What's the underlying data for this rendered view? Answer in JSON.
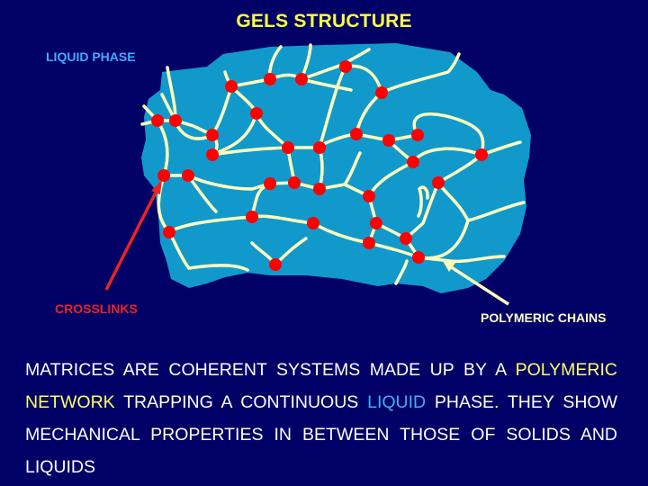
{
  "slide": {
    "title": "GELS STRUCTURE",
    "background_color": "#000066"
  },
  "diagram": {
    "gel_color": "#1199cc",
    "chain_color": "#ffffbb",
    "crosslink_color": "#ff0000",
    "labels": {
      "liquid_phase": "LIQUID PHASE",
      "crosslinks": "CROSSLINKS",
      "polymeric_chains": "POLYMERIC CHAINS"
    },
    "arrows": {
      "crosslinks_arrow_color": "#ee2222",
      "chains_arrow_color": "#ffffbb"
    }
  },
  "body_text": {
    "part1": "MATRICES ARE COHERENT SYSTEMS  MADE UP BY A ",
    "highlight1": "POLYMERIC NETWORK",
    "part2": " TRAPPING A CONTINUOUS ",
    "highlight2": "LIQUID",
    "part3": " PHASE. THEY SHOW  MECHANICAL PROPERTIES IN BETWEEN THOSE OF SOLIDS AND LIQUIDS"
  }
}
